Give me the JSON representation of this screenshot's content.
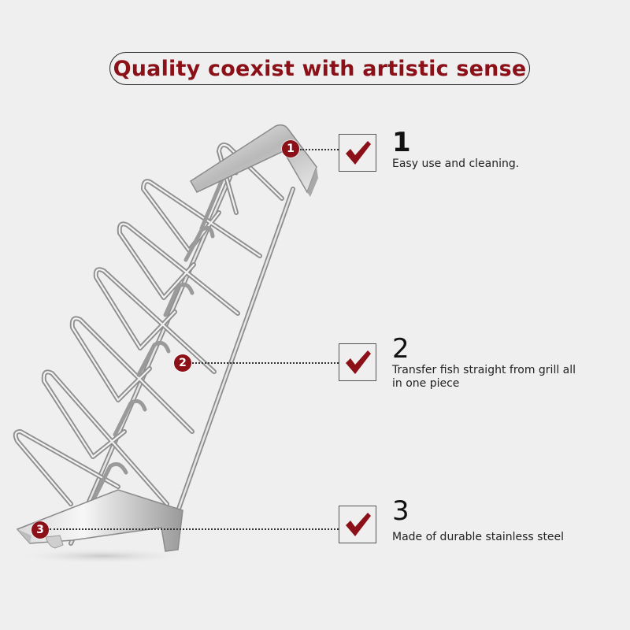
{
  "title": "Quality coexist with artistic sense",
  "accent_color": "#8b1018",
  "features": [
    {
      "marker": "1",
      "number": "1",
      "text": "Easy use and cleaning.",
      "icon": "checkmark-icon"
    },
    {
      "marker": "2",
      "number": "2",
      "text": "Transfer fish straight from grill all in one piece",
      "icon": "checkmark-icon"
    },
    {
      "marker": "3",
      "number": "3",
      "text": "Made of durable stainless steel",
      "icon": "checkmark-icon"
    }
  ]
}
